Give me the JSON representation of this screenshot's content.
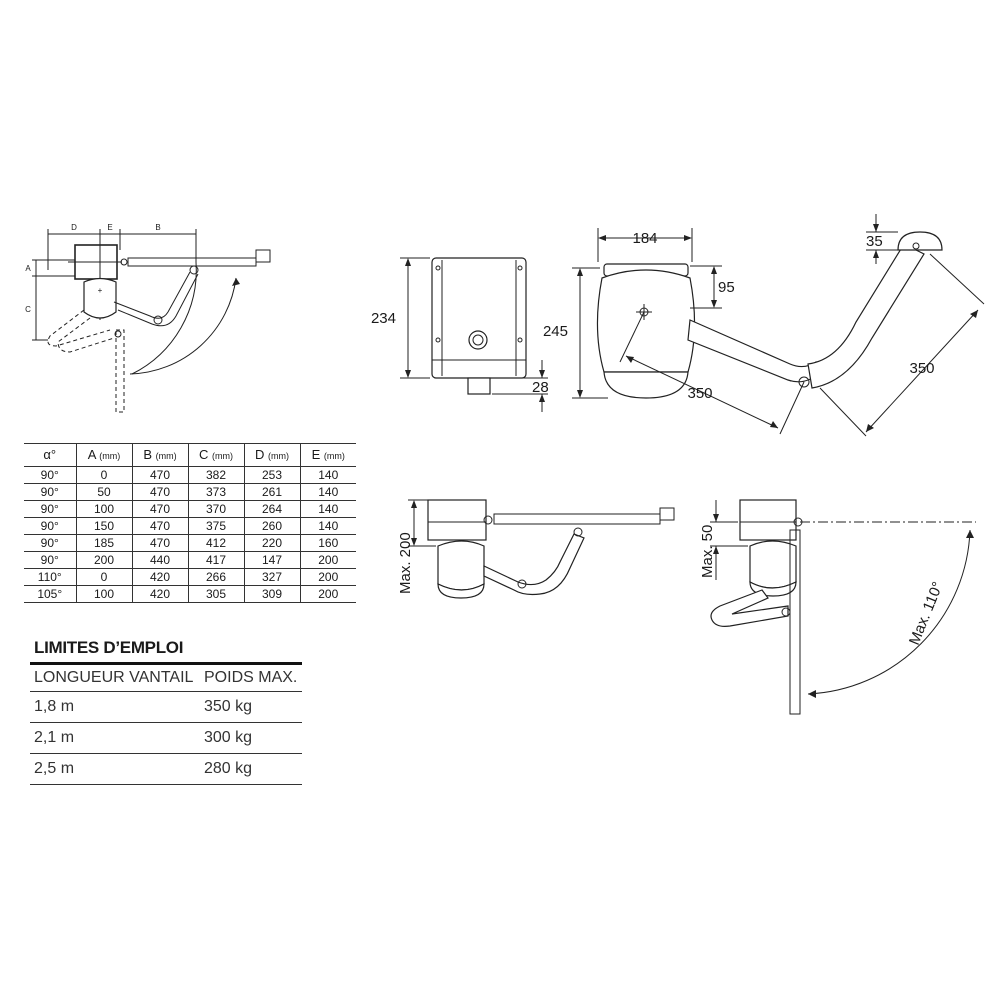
{
  "overview": {
    "letters": {
      "d": "D",
      "e": "E",
      "b": "B",
      "a": "A",
      "c": "C"
    }
  },
  "side_view": {
    "height": "234",
    "bottom": "28"
  },
  "top_view": {
    "width": "184",
    "height": "245",
    "offset": "95",
    "arm1": "350",
    "arm2": "350",
    "end": "35"
  },
  "view_opened": {
    "max_label": "Max. 200"
  },
  "view_closed": {
    "max_label": "Max. 50",
    "angle_label": "Max. 110°"
  },
  "table": {
    "headers": [
      {
        "label": "α°",
        "unit": ""
      },
      {
        "label": "A",
        "unit": "(mm)"
      },
      {
        "label": "B",
        "unit": "(mm)"
      },
      {
        "label": "C",
        "unit": "(mm)"
      },
      {
        "label": "D",
        "unit": "(mm)"
      },
      {
        "label": "E",
        "unit": "(mm)"
      }
    ],
    "rows": [
      [
        "90°",
        "0",
        "470",
        "382",
        "253",
        "140"
      ],
      [
        "90°",
        "50",
        "470",
        "373",
        "261",
        "140"
      ],
      [
        "90°",
        "100",
        "470",
        "370",
        "264",
        "140"
      ],
      [
        "90°",
        "150",
        "470",
        "375",
        "260",
        "140"
      ],
      [
        "90°",
        "185",
        "470",
        "412",
        "220",
        "160"
      ],
      [
        "90°",
        "200",
        "440",
        "417",
        "147",
        "200"
      ],
      [
        "110°",
        "0",
        "420",
        "266",
        "327",
        "200"
      ],
      [
        "105°",
        "100",
        "420",
        "305",
        "309",
        "200"
      ]
    ]
  },
  "limits": {
    "title": "LIMITES D’EMPLOI",
    "col1": "LONGUEUR VANTAIL",
    "col2": "POIDS MAX.",
    "rows": [
      [
        "1,8 m",
        "350 kg"
      ],
      [
        "2,1 m",
        "300 kg"
      ],
      [
        "2,5 m",
        "280 kg"
      ]
    ]
  }
}
